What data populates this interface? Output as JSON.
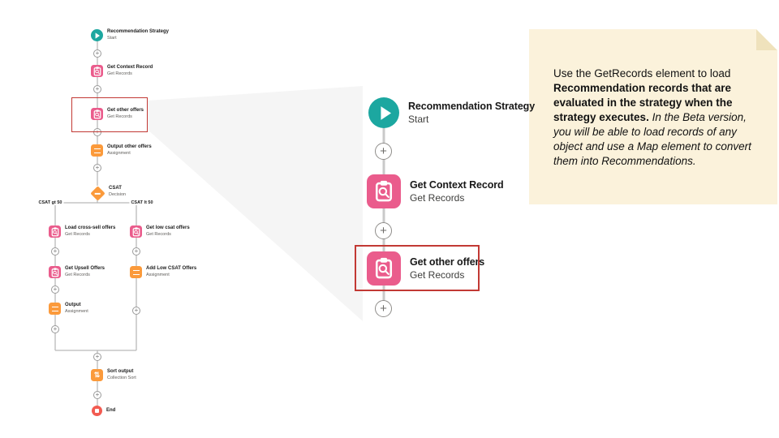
{
  "callout": {
    "lead": "Use the GetRecords element to load",
    "bold": "Recommendation records that are evaluated in the strategy when the strategy executes.",
    "italic": "In the Beta version, you will be able to load records of any object and use a Map element to convert them into Recommendations.",
    "background": "#FBF2DB"
  },
  "icons": {
    "plus": "+",
    "sort": "⇅"
  },
  "colors": {
    "start_teal": "#1CA7A0",
    "get_records_pink": "#EA5C8C",
    "assignment_orange": "#FB9A3B",
    "end_coral": "#F25B51",
    "highlight_red": "#C23934",
    "connector_gray": "#B9B9B9"
  },
  "mini_flow": {
    "start": {
      "title": "Recommendation Strategy",
      "subtitle": "Start"
    },
    "get_context": {
      "title": "Get Context Record",
      "subtitle": "Get Records"
    },
    "get_other": {
      "title": "Get other offers",
      "subtitle": "Get Records"
    },
    "output_other": {
      "title": "Output other offers",
      "subtitle": "Assignment"
    },
    "csat": {
      "title": "CSAT",
      "subtitle": "Decision"
    },
    "branch_left": "CSAT gt 50",
    "branch_right": "CSAT lt 50",
    "load_cross": {
      "title": "Load cross-sell offers",
      "subtitle": "Get Records"
    },
    "get_upsell": {
      "title": "Get Upsell Offers",
      "subtitle": "Get Records"
    },
    "output": {
      "title": "Output",
      "subtitle": "Assignment"
    },
    "get_low": {
      "title": "Get low csat offers",
      "subtitle": "Get Records"
    },
    "add_low": {
      "title": "Add Low CSAT Offers",
      "subtitle": "Assignment"
    },
    "sort": {
      "title": "Sort output",
      "subtitle": "Collection Sort"
    },
    "end": {
      "title": "End"
    }
  },
  "zoom_flow": {
    "start": {
      "title": "Recommendation Strategy",
      "subtitle": "Start"
    },
    "get_context": {
      "title": "Get Context Record",
      "subtitle": "Get Records"
    },
    "get_other": {
      "title": "Get other offers",
      "subtitle": "Get Records"
    }
  }
}
